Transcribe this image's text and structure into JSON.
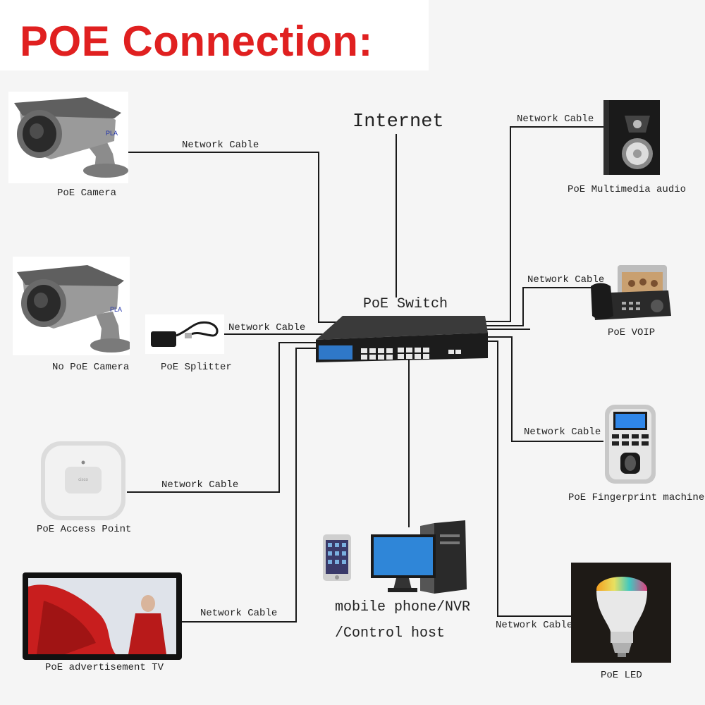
{
  "header": {
    "title": "POE Connection:"
  },
  "center": {
    "internet_label": "Internet",
    "switch_label": "PoE Switch"
  },
  "cable_label": "Network Cable",
  "devices": {
    "poe_camera": "PoE Camera",
    "no_poe_camera": "No PoE Camera",
    "poe_splitter": "PoE Splitter",
    "poe_access_point": "PoE Access Point",
    "poe_ad_tv": "PoE advertisement TV",
    "host_line1": "mobile phone/NVR",
    "host_line2": "/Control host",
    "poe_audio": "PoE Multimedia audio",
    "poe_voip": "PoE VOIP",
    "poe_fingerprint": "PoE Fingerprint machine",
    "poe_led": "PoE LED"
  },
  "colors": {
    "title": "#e02020",
    "wire": "#1a1a1a",
    "switch_body": "#1c1c1c",
    "switch_panel": "#2f78c8"
  }
}
